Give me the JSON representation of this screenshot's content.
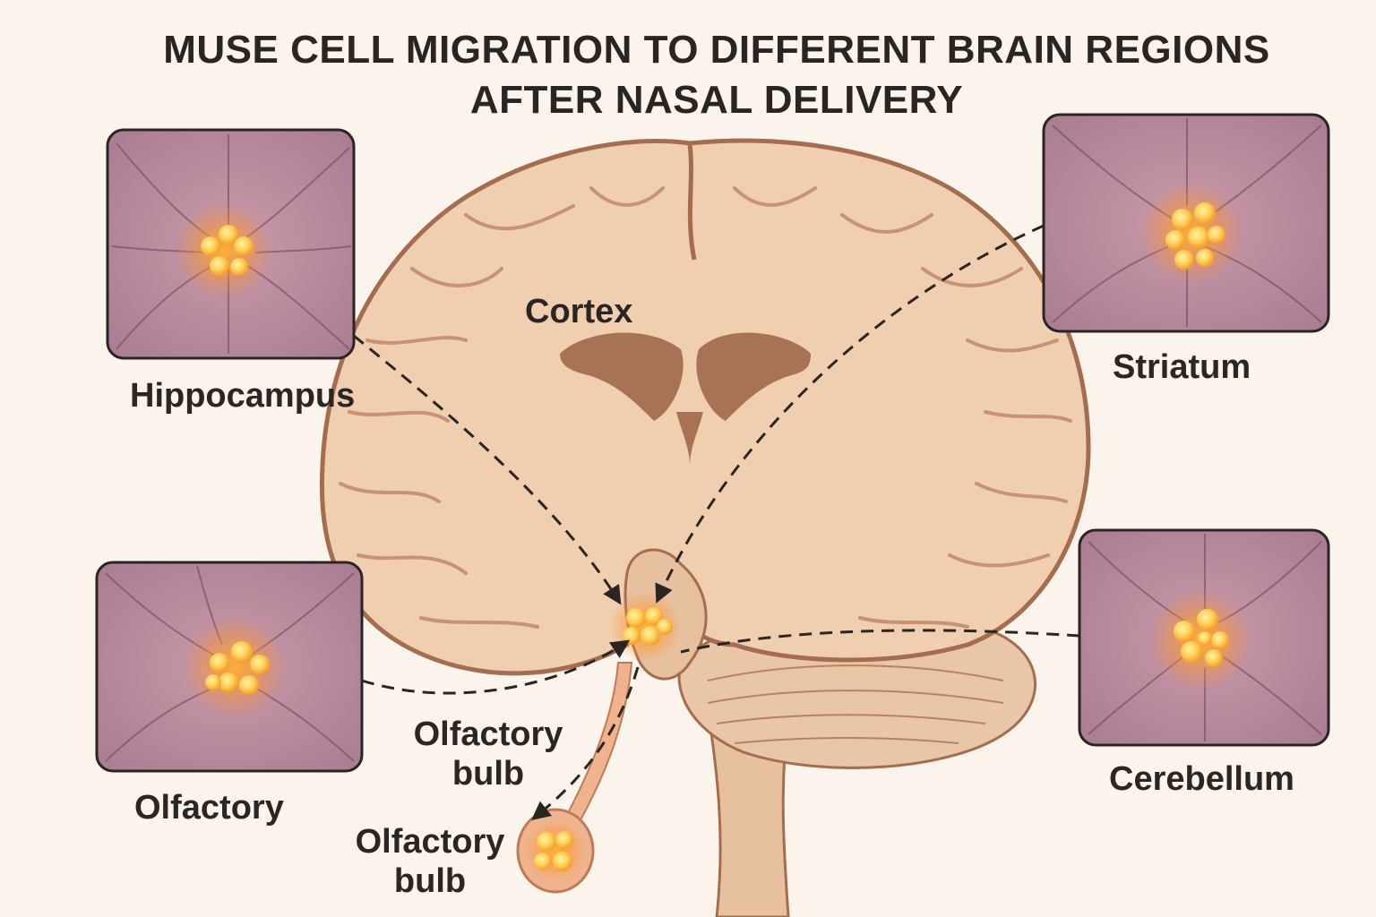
{
  "title": {
    "line1": "MUSE CELL MIGRATION TO DIFFERENT BRAIN REGIONS",
    "line2": "AFTER NASAL DELIVERY"
  },
  "labels": {
    "cortex": "Cortex",
    "hippocampus": "Hippocampus",
    "striatum": "Striatum",
    "olfactory": "Olfactory",
    "cerebellum": "Cerebellum",
    "olfactory_bulb_upper": [
      "Olfactory",
      "bulb"
    ],
    "olfactory_bulb_lower": [
      "Olfactory",
      "bulb"
    ]
  },
  "colors": {
    "background": "#fbf4ec",
    "brain_fill": "#efcfb0",
    "brain_outline": "#a56d4e",
    "ventricle": "#a87354",
    "tissue_panel": "#b98a9c",
    "cell_glow": "#ffa92e",
    "arrow": "#2a2522"
  }
}
